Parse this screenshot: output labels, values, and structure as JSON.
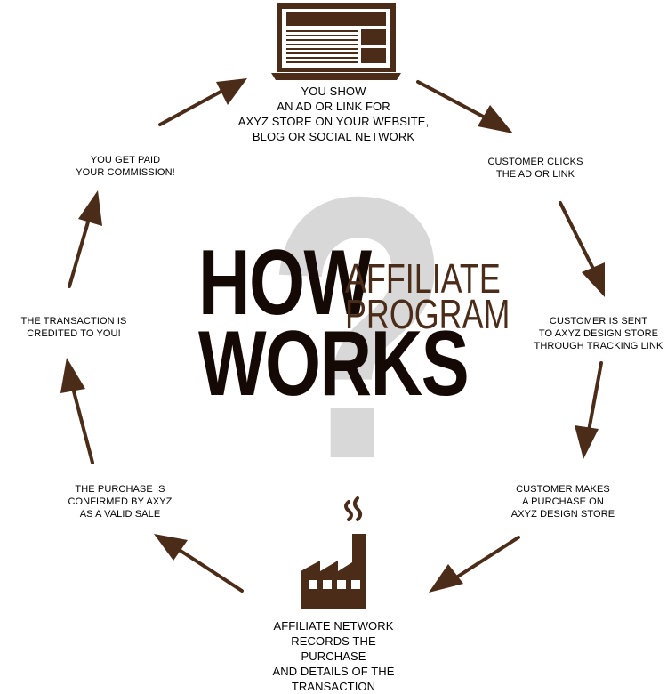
{
  "headline": {
    "how": "HOW",
    "works": "WORKS",
    "sub_line1": "AFFILIATE",
    "sub_line2": "PROGRAM",
    "question_mark": "?"
  },
  "colors": {
    "brown": "#4a2c19",
    "dark": "#140905",
    "watermark": "#d8d8d8"
  },
  "steps": [
    {
      "id": "show-ad",
      "icon": "laptop-icon",
      "text": "YOU SHOW\nAN AD OR LINK FOR\nAXYZ STORE ON YOUR WEBSITE,\nBLOG OR SOCIAL NETWORK"
    },
    {
      "id": "customer-clicks",
      "text": "CUSTOMER CLICKS\nTHE AD OR LINK"
    },
    {
      "id": "customer-sent",
      "text": "CUSTOMER IS SENT\nTO AXYZ DESIGN STORE\nTHROUGH TRACKING LINK"
    },
    {
      "id": "customer-purchase",
      "text": "CUSTOMER MAKES\nA PURCHASE ON\nAXYZ DESIGN STORE"
    },
    {
      "id": "network-records",
      "icon": "factory-icon",
      "text": "AFFILIATE NETWORK\nRECORDS THE PURCHASE\nAND DETAILS OF THE\nTRANSACTION"
    },
    {
      "id": "purchase-confirmed",
      "text": "THE PURCHASE IS\nCONFIRMED BY AXYZ\nAS A VALID SALE"
    },
    {
      "id": "transaction-credited",
      "text": "THE TRANSACTION IS\nCREDITED TO YOU!"
    },
    {
      "id": "get-paid",
      "text": "YOU GET PAID\nYOUR COMMISSION!"
    }
  ]
}
